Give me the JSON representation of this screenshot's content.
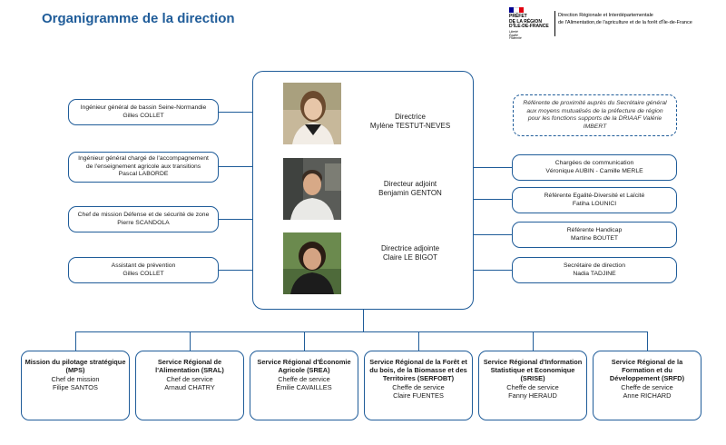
{
  "header": {
    "title": "Organigramme de la direction",
    "logo_lines": [
      "PRÉFET",
      "DE LA RÉGION",
      "D'ÎLE-DE-FRANCE"
    ],
    "logo_motto": [
      "Liberté",
      "Égalité",
      "Fraternité"
    ],
    "org_line1": "Direction Régionale et Interdépartementale",
    "org_line2": "de l'Alimentation,de l'agriculture et de la forêt d'Île-de-France",
    "flag_colors": [
      "#000091",
      "#ffffff",
      "#e1000f"
    ]
  },
  "left_boxes": [
    {
      "role": "Ingénieur général de bassin Seine-Normandie",
      "name": "Gilles COLLET"
    },
    {
      "role": "Ingénieur général chargé de l'accompagnement de l'enseignement agricole aux transitions",
      "name": "Pascal LABORDE"
    },
    {
      "role": "Chef de mission Défense et de sécurité de zone",
      "name": "Pierre SCANDOLA"
    },
    {
      "role": "Assistant de prévention",
      "name": "Gilles COLLET"
    }
  ],
  "right_note": "Référente de proximité auprès du Secrétaire général aux moyens mutualisés de la préfecture de région pour les fonctions supports de la DRIAAF Valérie IMBERT",
  "right_boxes": [
    {
      "role": "Chargées de communication",
      "name": "Véronique AUBIN - Camille MERLE"
    },
    {
      "role": "Référente Egalité-Diversité et Laïcité",
      "name": "Fatiha LOUNICI"
    },
    {
      "role": "Référente Handicap",
      "name": "Martine BOUTET"
    },
    {
      "role": "Secrétaire de direction",
      "name": "Nadia TADJINE"
    }
  ],
  "direction": [
    {
      "role": "Directrice",
      "name": "Mylène TESTUT-NEVES"
    },
    {
      "role": "Directeur adjoint",
      "name": "Benjamin GENTON"
    },
    {
      "role": "Directrice adjointe",
      "name": "Claire LE BIGOT"
    }
  ],
  "services": [
    {
      "name": "Mission du pilotage stratégique (MPS)",
      "role": "Chef de mission",
      "person": "Filipe SANTOS"
    },
    {
      "name": "Service Régional de l'Alimentation (SRAL)",
      "role": "Chef de service",
      "person": "Arnaud CHATRY"
    },
    {
      "name": "Service Régional d'Économie Agricole (SREA)",
      "role": "Cheffe de service",
      "person": "Émilie CAVAILLES"
    },
    {
      "name": "Service Régional de la Forêt et du bois, de la Biomasse et des Territoires (SERFOBT)",
      "role": "Cheffe de service",
      "person": "Claire FUENTES"
    },
    {
      "name": "Service Régional d'Information Statistique et Economique (SRISE)",
      "role": "Cheffe de service",
      "person": "Fanny HERAUD"
    },
    {
      "name": "Service Régional de la Formation et du Développement (SRFD)",
      "role": "Cheffe de service",
      "person": "Anne RICHARD"
    }
  ]
}
